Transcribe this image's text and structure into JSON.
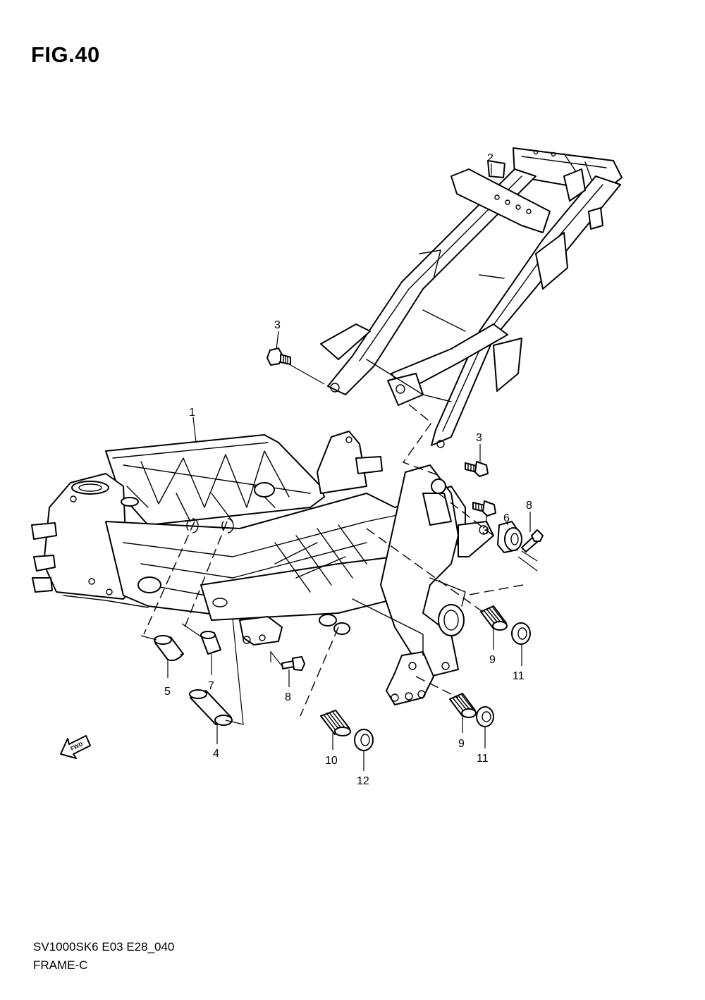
{
  "figure": {
    "title": "FIG.40"
  },
  "footer": {
    "code": "SV1000SK6 E03 E28_040",
    "name": "FRAME-C"
  },
  "icons": {
    "fwd_arrow": "fwd-arrow-icon",
    "fwd_text": "FWD"
  },
  "callouts": [
    {
      "ref": "1",
      "part": "frame"
    },
    {
      "ref": "2",
      "part": "seat-rail"
    },
    {
      "ref": "3",
      "part": "bolt"
    },
    {
      "ref": "3",
      "part": "bolt"
    },
    {
      "ref": "3",
      "part": "bolt"
    },
    {
      "ref": "4",
      "part": "spacer"
    },
    {
      "ref": "5",
      "part": "spacer"
    },
    {
      "ref": "6",
      "part": "bracket"
    },
    {
      "ref": "7",
      "part": "spacer"
    },
    {
      "ref": "8",
      "part": "bolt"
    },
    {
      "ref": "8",
      "part": "bolt"
    },
    {
      "ref": "9",
      "part": "adjuster"
    },
    {
      "ref": "9",
      "part": "adjuster"
    },
    {
      "ref": "10",
      "part": "adjuster"
    },
    {
      "ref": "11",
      "part": "nut"
    },
    {
      "ref": "11",
      "part": "nut"
    },
    {
      "ref": "12",
      "part": "nut"
    }
  ]
}
